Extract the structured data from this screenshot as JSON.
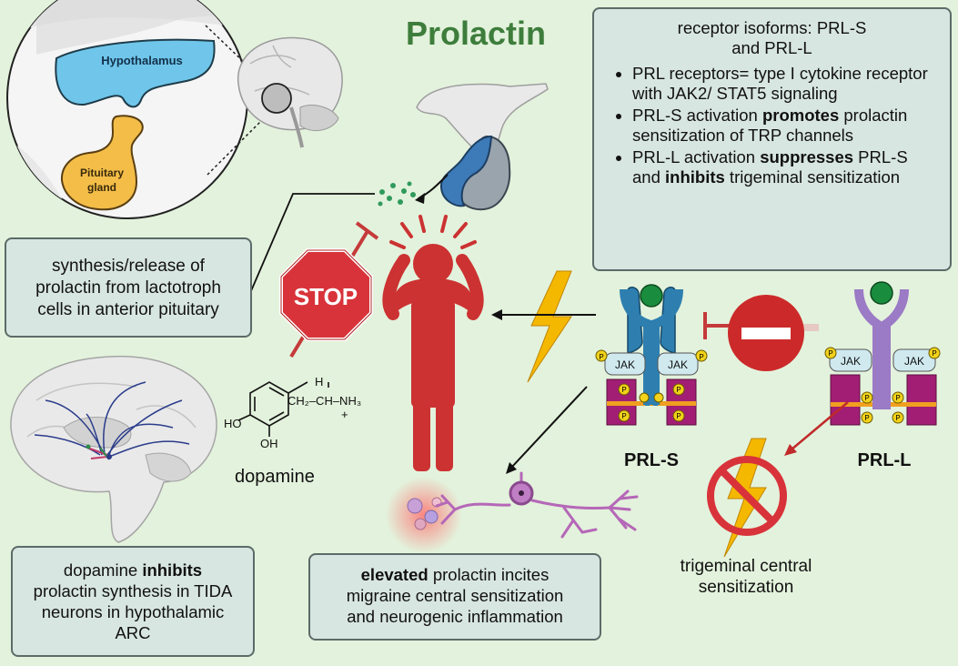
{
  "title": "Prolactin",
  "inset": {
    "hypothalamus_label": "Hypothalamus",
    "pituitary_label_line1": "Pituitary",
    "pituitary_label_line2": "gland"
  },
  "receptor_box": {
    "heading_line1": "receptor isoforms: PRL-S",
    "heading_line2": "and PRL-L",
    "bullets": [
      {
        "pre": "PRL receptors= type I cytokine receptor with JAK2/ STAT5 signaling"
      },
      {
        "pre": "PRL-S activation ",
        "bold": "promotes",
        "post": " prolactin sensitization of TRP channels"
      },
      {
        "pre": "PRL-L activation ",
        "bold": "suppresses",
        "mid": " PRL-S and ",
        "bold2": "inhibits",
        "post": " trigeminal sensitization"
      }
    ]
  },
  "synthesis_box": {
    "line1": "synthesis/release of",
    "line2": "prolactin from lactotroph",
    "line3": "cells in anterior pituitary"
  },
  "stop_sign_text": "STOP",
  "dopamine": {
    "label": "dopamine",
    "chem_h": "H",
    "chem_chain": "CH₂–CH–NH₃",
    "chem_plus": "+",
    "chem_ho": "HO",
    "chem_oh": "OH"
  },
  "dopamine_box": {
    "pre": "dopamine ",
    "bold": "inhibits",
    "line2": "prolactin synthesis in TIDA",
    "line3": "neurons in hypothalamic",
    "line4": "ARC"
  },
  "elevated_box": {
    "bold": "elevated",
    "rest": " prolactin incites",
    "line2": "migraine central sensitization",
    "line3": "and neurogenic inflammation"
  },
  "receptors": {
    "jak_label": "JAK",
    "p_label": "P",
    "prl_s_label": "PRL-S",
    "prl_l_label": "PRL-L"
  },
  "trigeminal": {
    "line1": "trigeminal central",
    "line2": "sensitization"
  },
  "colors": {
    "background": "#e3f2dc",
    "title_green": "#3e7d3c",
    "box_fill": "#d8e6e1",
    "human_red": "#cc3232",
    "prl_s_blue": "#2e7fb0",
    "prl_l_purple": "#9b7ac6",
    "jak_fill": "#cfe9ef",
    "membrane_magenta": "#a21e74",
    "phosphate_yellow": "#f2d21a",
    "lightning_yellow": "#f5b800"
  }
}
